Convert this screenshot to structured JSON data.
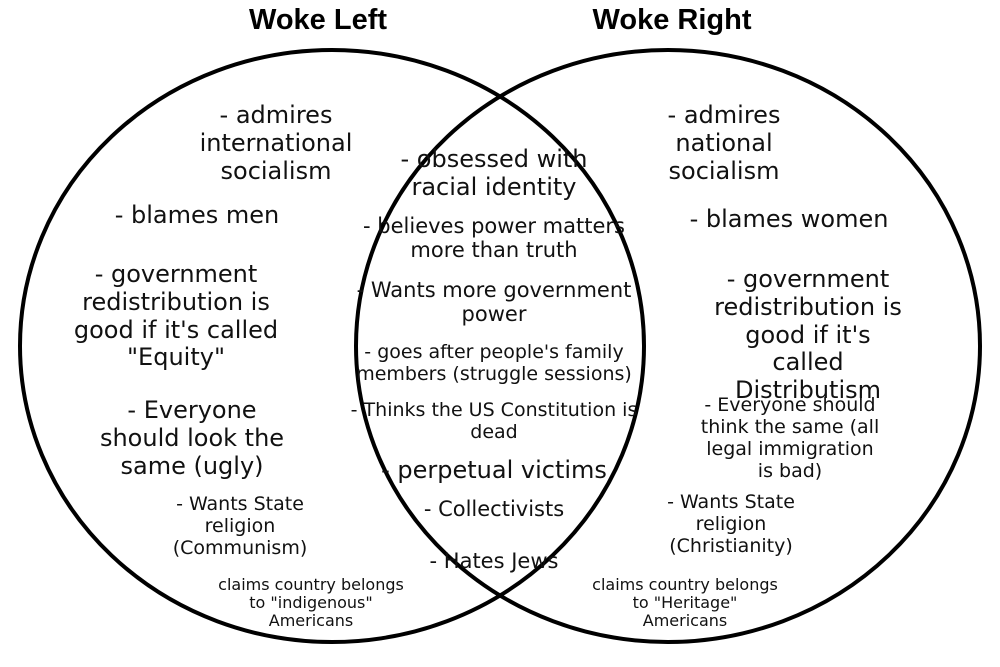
{
  "diagram": {
    "left_title": "Woke Left",
    "right_title": "Woke Right",
    "left_items": [
      "- admires\ninternational\nsocialism",
      "- blames men",
      "- government\nredistribution is\ngood if it's called\n\"Equity\"",
      "- Everyone\nshould look the\nsame (ugly)",
      "- Wants State\nreligion\n(Communism)",
      "claims country belongs\nto \"indigenous\"\nAmericans"
    ],
    "shared_items": [
      "- obsessed with\nracial identity",
      "- believes power matters\nmore than truth",
      "- Wants more government\npower",
      "- goes after people's family\nmembers (struggle sessions)",
      "- Thinks the US Constitution is\ndead",
      "- perpetual victims",
      "- Collectivists",
      "- Hates Jews"
    ],
    "right_items": [
      "- admires\nnational\nsocialism",
      "- blames women",
      "- government\nredistribution is\ngood if it's called\nDistributism",
      "- Everyone should\nthink the same (all\nlegal immigration\nis bad)",
      "- Wants State\nreligion\n(Christianity)",
      "claims country belongs\nto \"Heritage\"\nAmericans"
    ],
    "colors": {
      "stroke": "#000000",
      "text": "#111111",
      "background": "#ffffff"
    }
  }
}
